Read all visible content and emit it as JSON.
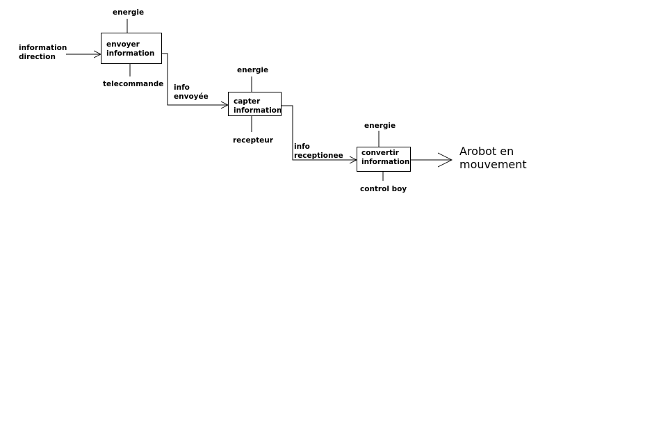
{
  "blocks": [
    {
      "line1": "envoyer",
      "line2": "information",
      "top": "energie",
      "bottom": "telecommande"
    },
    {
      "line1": "capter",
      "line2": "information",
      "top": "energie",
      "bottom": "recepteur"
    },
    {
      "line1": "convertir",
      "line2": "information",
      "top": "energie",
      "bottom": "control boy"
    }
  ],
  "flows": {
    "input": {
      "line1": "information",
      "line2": "direction"
    },
    "flow1": {
      "line1": "info",
      "line2": "envoyée"
    },
    "flow2": {
      "line1": "info",
      "line2": "receptionee"
    },
    "output": {
      "line1": "Arobot en",
      "line2": "mouvement"
    }
  }
}
